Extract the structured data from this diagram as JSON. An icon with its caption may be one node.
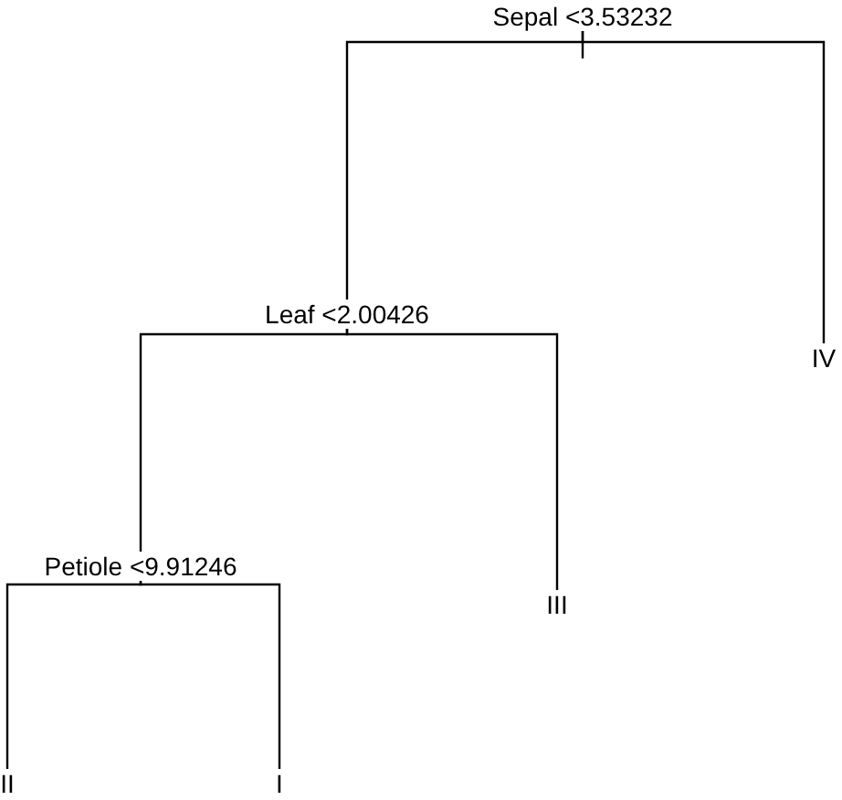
{
  "diagram": {
    "nodes": [
      {
        "text": [
          "Sepal <3.53232"
        ]
      },
      {
        "text": [
          "Leaf <2.00426"
        ]
      },
      {
        "text": [
          "IV"
        ]
      },
      {
        "text": [
          "Petiole <9.91246"
        ]
      },
      {
        "text": [
          "III"
        ]
      },
      {
        "text": [
          "II"
        ]
      },
      {
        "text": [
          "I"
        ]
      }
    ],
    "edges": [
      {
        "from": 0,
        "to": 1,
        "arrow": "none"
      },
      {
        "from": 0,
        "to": 2,
        "arrow": "none"
      },
      {
        "from": 1,
        "to": 3,
        "arrow": "none"
      },
      {
        "from": 1,
        "to": 4,
        "arrow": "none"
      },
      {
        "from": 3,
        "to": 5,
        "arrow": "none"
      },
      {
        "from": 3,
        "to": 6,
        "arrow": "none"
      }
    ]
  }
}
